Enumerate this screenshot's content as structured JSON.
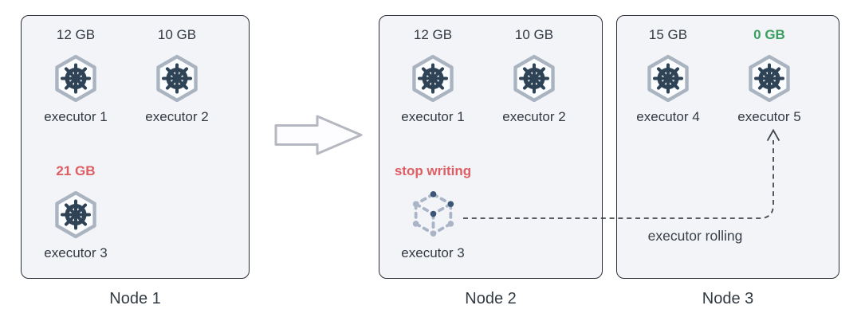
{
  "nodes": [
    {
      "label": "Node 1",
      "executors": [
        {
          "mem": "12 GB",
          "label": "executor 1",
          "icon": "kubernetes-helm",
          "mem_state": "normal"
        },
        {
          "mem": "10 GB",
          "label": "executor 2",
          "icon": "kubernetes-helm",
          "mem_state": "normal"
        },
        {
          "mem": "21 GB",
          "label": "executor 3",
          "icon": "kubernetes-helm",
          "mem_state": "alert"
        }
      ]
    },
    {
      "label": "Node 2",
      "executors": [
        {
          "mem": "12 GB",
          "label": "executor 1",
          "icon": "kubernetes-helm",
          "mem_state": "normal"
        },
        {
          "mem": "10 GB",
          "label": "executor 2",
          "icon": "kubernetes-helm",
          "mem_state": "normal"
        },
        {
          "mem": "stop writing",
          "label": "executor 3",
          "icon": "terminating-pod-dashed-cube",
          "mem_state": "alert"
        }
      ]
    },
    {
      "label": "Node 3",
      "executors": [
        {
          "mem": "15 GB",
          "label": "executor 4",
          "icon": "kubernetes-helm",
          "mem_state": "normal"
        },
        {
          "mem": "0 GB",
          "label": "executor 5",
          "icon": "kubernetes-helm",
          "mem_state": "ok"
        }
      ]
    }
  ],
  "annotations": {
    "rolling": "executor rolling"
  },
  "icons": {
    "flow_arrow": "block-arrow-right",
    "rolling_path": "dashed-elbow-arrow-up",
    "executor": "kubernetes-helm-hexagon",
    "terminating_executor": "dashed-cube-with-vertex-dots"
  },
  "colors": {
    "node_fill": "#f3f4f8",
    "node_border": "#2b2f36",
    "text_dark": "#333a42",
    "alert_red": "#dd5e63",
    "ok_green": "#3b9e60",
    "helm_navy": "#2e4356",
    "hexagon_gray": "#a9b4c0",
    "cube_gray": "#a9b5c7",
    "cube_navy": "#3d5577",
    "flow_arrow_gray": "#b5b8c0",
    "connector_dark": "#42464d"
  }
}
